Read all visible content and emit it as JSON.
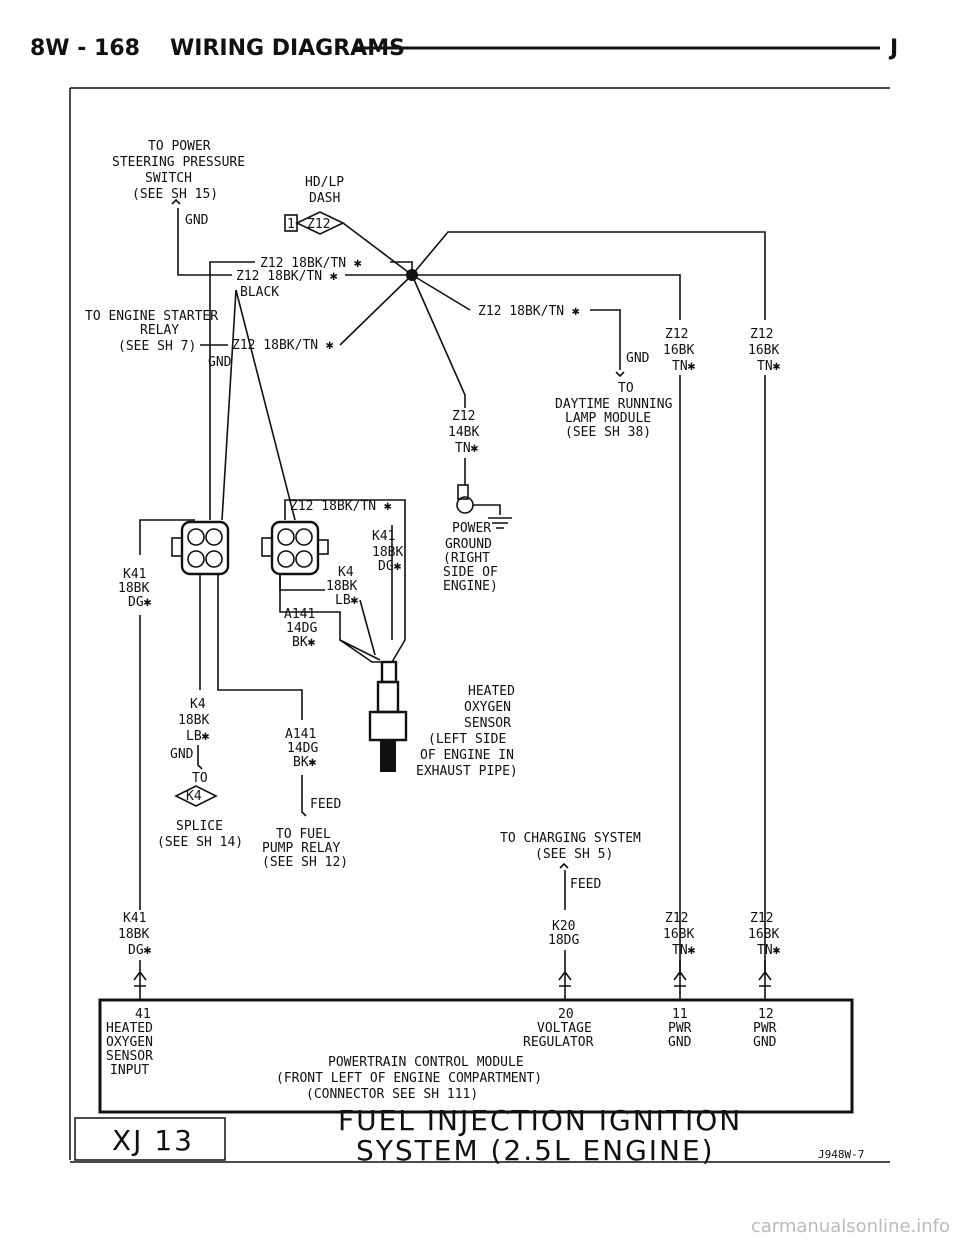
{
  "header": {
    "page": "8W - 168",
    "section": "WIRING DIAGRAMS",
    "edition": "J"
  },
  "labels": {
    "power_steering": [
      "TO POWER",
      "STEERING PRESSURE",
      "SWITCH",
      "(SEE SH 15)"
    ],
    "gnd": "GND",
    "hdlp": [
      "HD/LP",
      "DASH"
    ],
    "splice_pin": "1",
    "splice_id": "Z12",
    "wire_z12_18bk_tn": "Z12 18BK/TN ✱",
    "starter": [
      "TO ENGINE STARTER",
      "RELAY",
      "(SEE SH 7)"
    ],
    "wire_z12_14bk": [
      "Z12",
      "14BK",
      "TN✱"
    ],
    "wire_z12_16bk": [
      "Z12",
      "16BK",
      "TN✱"
    ],
    "drl": [
      "TO",
      "DAYTIME RUNNING",
      "LAMP MODULE",
      "(SEE SH 38)"
    ],
    "black": "BLACK",
    "power_ground": [
      "POWER",
      "GROUND",
      "(RIGHT",
      "SIDE OF",
      "ENGINE)"
    ],
    "k41": [
      "K41",
      "18BK",
      "DG✱"
    ],
    "k4": [
      "K4",
      "18BK",
      "LB✱"
    ],
    "a141": [
      "A141",
      "14DG",
      "BK✱"
    ],
    "o2_sensor": [
      "HEATED",
      "OXYGEN",
      "SENSOR",
      "(LEFT SIDE",
      "OF ENGINE IN",
      "EXHAUST PIPE)"
    ],
    "k4_splice_to": "TO",
    "k4_splice_id": "K4",
    "k4_splice": [
      "SPLICE",
      "(SEE SH 14)"
    ],
    "feed": "FEED",
    "fuel_pump": [
      "TO FUEL",
      "PUMP RELAY",
      "(SEE SH 12)"
    ],
    "charging": [
      "TO CHARGING SYSTEM",
      "(SEE SH 5)"
    ],
    "k20": [
      "K20",
      "18DG"
    ]
  },
  "pcm": {
    "pins": [
      {
        "num": "41",
        "desc": [
          "HEATED",
          "OXYGEN",
          "SENSOR",
          "INPUT"
        ]
      },
      {
        "num": "20",
        "desc": [
          "VOLTAGE",
          "REGULATOR"
        ]
      },
      {
        "num": "11",
        "desc": [
          "PWR",
          "GND"
        ]
      },
      {
        "num": "12",
        "desc": [
          "PWR",
          "GND"
        ]
      }
    ],
    "name": [
      "POWERTRAIN CONTROL MODULE",
      "(FRONT LEFT OF ENGINE COMPARTMENT)",
      "(CONNECTOR SEE SH 111)"
    ]
  },
  "footer": {
    "model": "XJ 13",
    "title": [
      "FUEL INJECTION IGNITION",
      "SYSTEM (2.5L ENGINE)"
    ],
    "figure": "J948W-7"
  },
  "watermark": "carmanualsonline.info"
}
